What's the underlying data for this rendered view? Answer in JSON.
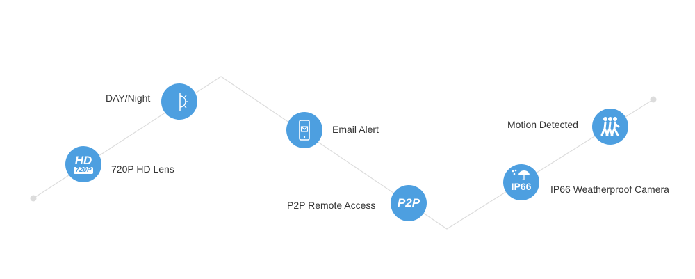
{
  "accent_color": "#4d9fe0",
  "features": [
    {
      "label": "720P HD Lens",
      "icon": "hd-720p-icon",
      "icon_text": [
        "HD",
        "720P"
      ]
    },
    {
      "label": "DAY/Night",
      "icon": "day-night-icon"
    },
    {
      "label": "Email Alert",
      "icon": "phone-email-icon"
    },
    {
      "label": "P2P Remote Access",
      "icon": "p2p-icon",
      "icon_text": "P2P"
    },
    {
      "label": "IP66 Weatherproof Camera",
      "icon": "ip66-umbrella-icon",
      "icon_text": "IP66"
    },
    {
      "label": "Motion Detected",
      "icon": "walking-people-icon"
    }
  ]
}
